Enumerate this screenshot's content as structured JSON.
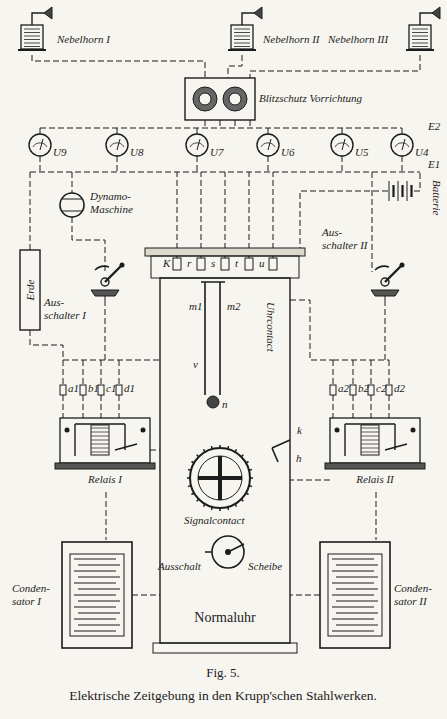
{
  "diagram": {
    "caption": "Elektrische Zeitgebung in den Krupp'schen Stahlwerken.",
    "nodes": [
      {
        "text": [
          "Nebelhorn I"
        ]
      },
      {
        "text": [
          "Nebelhorn II"
        ]
      },
      {
        "text": [
          "Nebelhorn III"
        ]
      },
      {
        "text": [
          "Blitzschutz Vorrichtung"
        ]
      },
      {
        "text": [
          "Erde"
        ]
      },
      {
        "text": [
          "Normaluhr"
        ]
      },
      {
        "text": [
          "Relais I"
        ]
      },
      {
        "text": [
          "Relais II"
        ]
      },
      {
        "text": [
          "Conden- sator I"
        ]
      },
      {
        "text": [
          "Conden- sator II"
        ]
      }
    ],
    "edges": [
      {
        "from": 0,
        "to": 3,
        "arrow": "none"
      },
      {
        "from": 1,
        "to": 3,
        "arrow": "none"
      },
      {
        "from": 2,
        "to": 3,
        "arrow": "none"
      },
      {
        "from": 6,
        "to": 8,
        "arrow": "none"
      },
      {
        "from": 7,
        "to": 9,
        "arrow": "none"
      }
    ],
    "labels": [
      "U9",
      "U8",
      "U7",
      "U6",
      "U5",
      "U4",
      "E2",
      "E1",
      "Dynamo- Maschine",
      "Batterie",
      "Aus- schalter I",
      "Aus- schalter II",
      "K",
      "r",
      "s",
      "t",
      "u",
      "m1",
      "m2",
      "v",
      "n",
      "Uhrcontact",
      "k",
      "h",
      "Signalcontact",
      "Ausschalt",
      "Scheibe",
      "a1",
      "b1",
      "c1",
      "d1",
      "a2",
      "b2",
      "c2",
      "d2",
      "Fig. 5."
    ]
  }
}
